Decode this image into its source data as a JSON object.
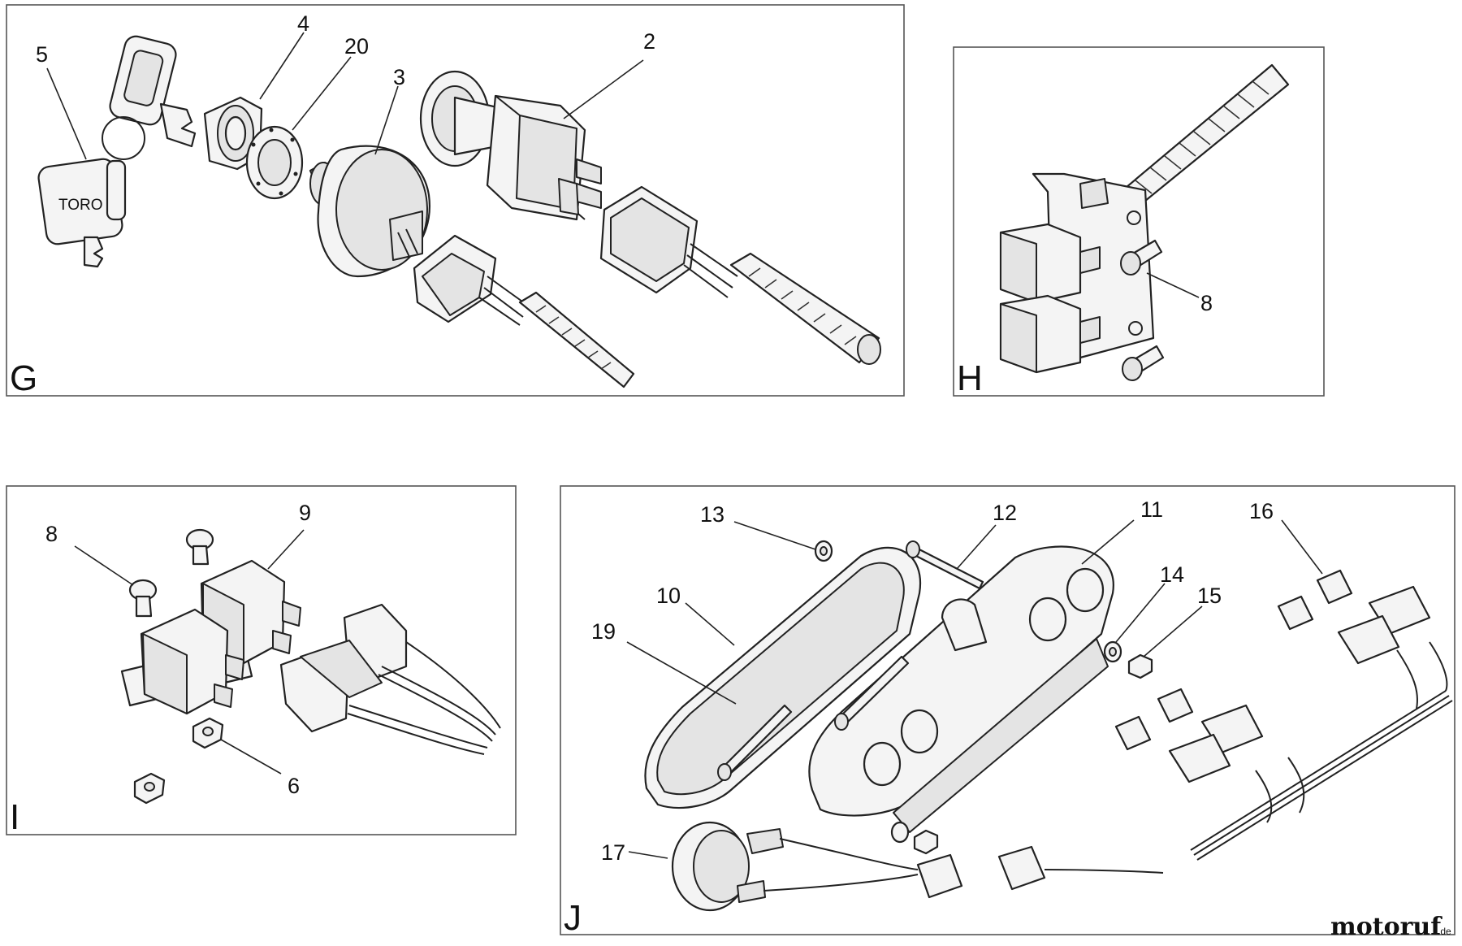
{
  "panels": [
    {
      "letter": "G",
      "callouts": [
        "5",
        "4",
        "20",
        "3",
        "2"
      ]
    },
    {
      "letter": "H",
      "callouts": [
        "8"
      ]
    },
    {
      "letter": "I",
      "callouts": [
        "8",
        "9",
        "6"
      ]
    },
    {
      "letter": "J",
      "callouts": [
        "13",
        "12",
        "11",
        "16",
        "10",
        "14",
        "15",
        "19",
        "17"
      ]
    }
  ],
  "key_tag_text": "TORO",
  "watermark": {
    "main": "motoruf",
    "suffix": ".de",
    "colors": [
      "#1a3f8c",
      "#e8a21b"
    ]
  }
}
